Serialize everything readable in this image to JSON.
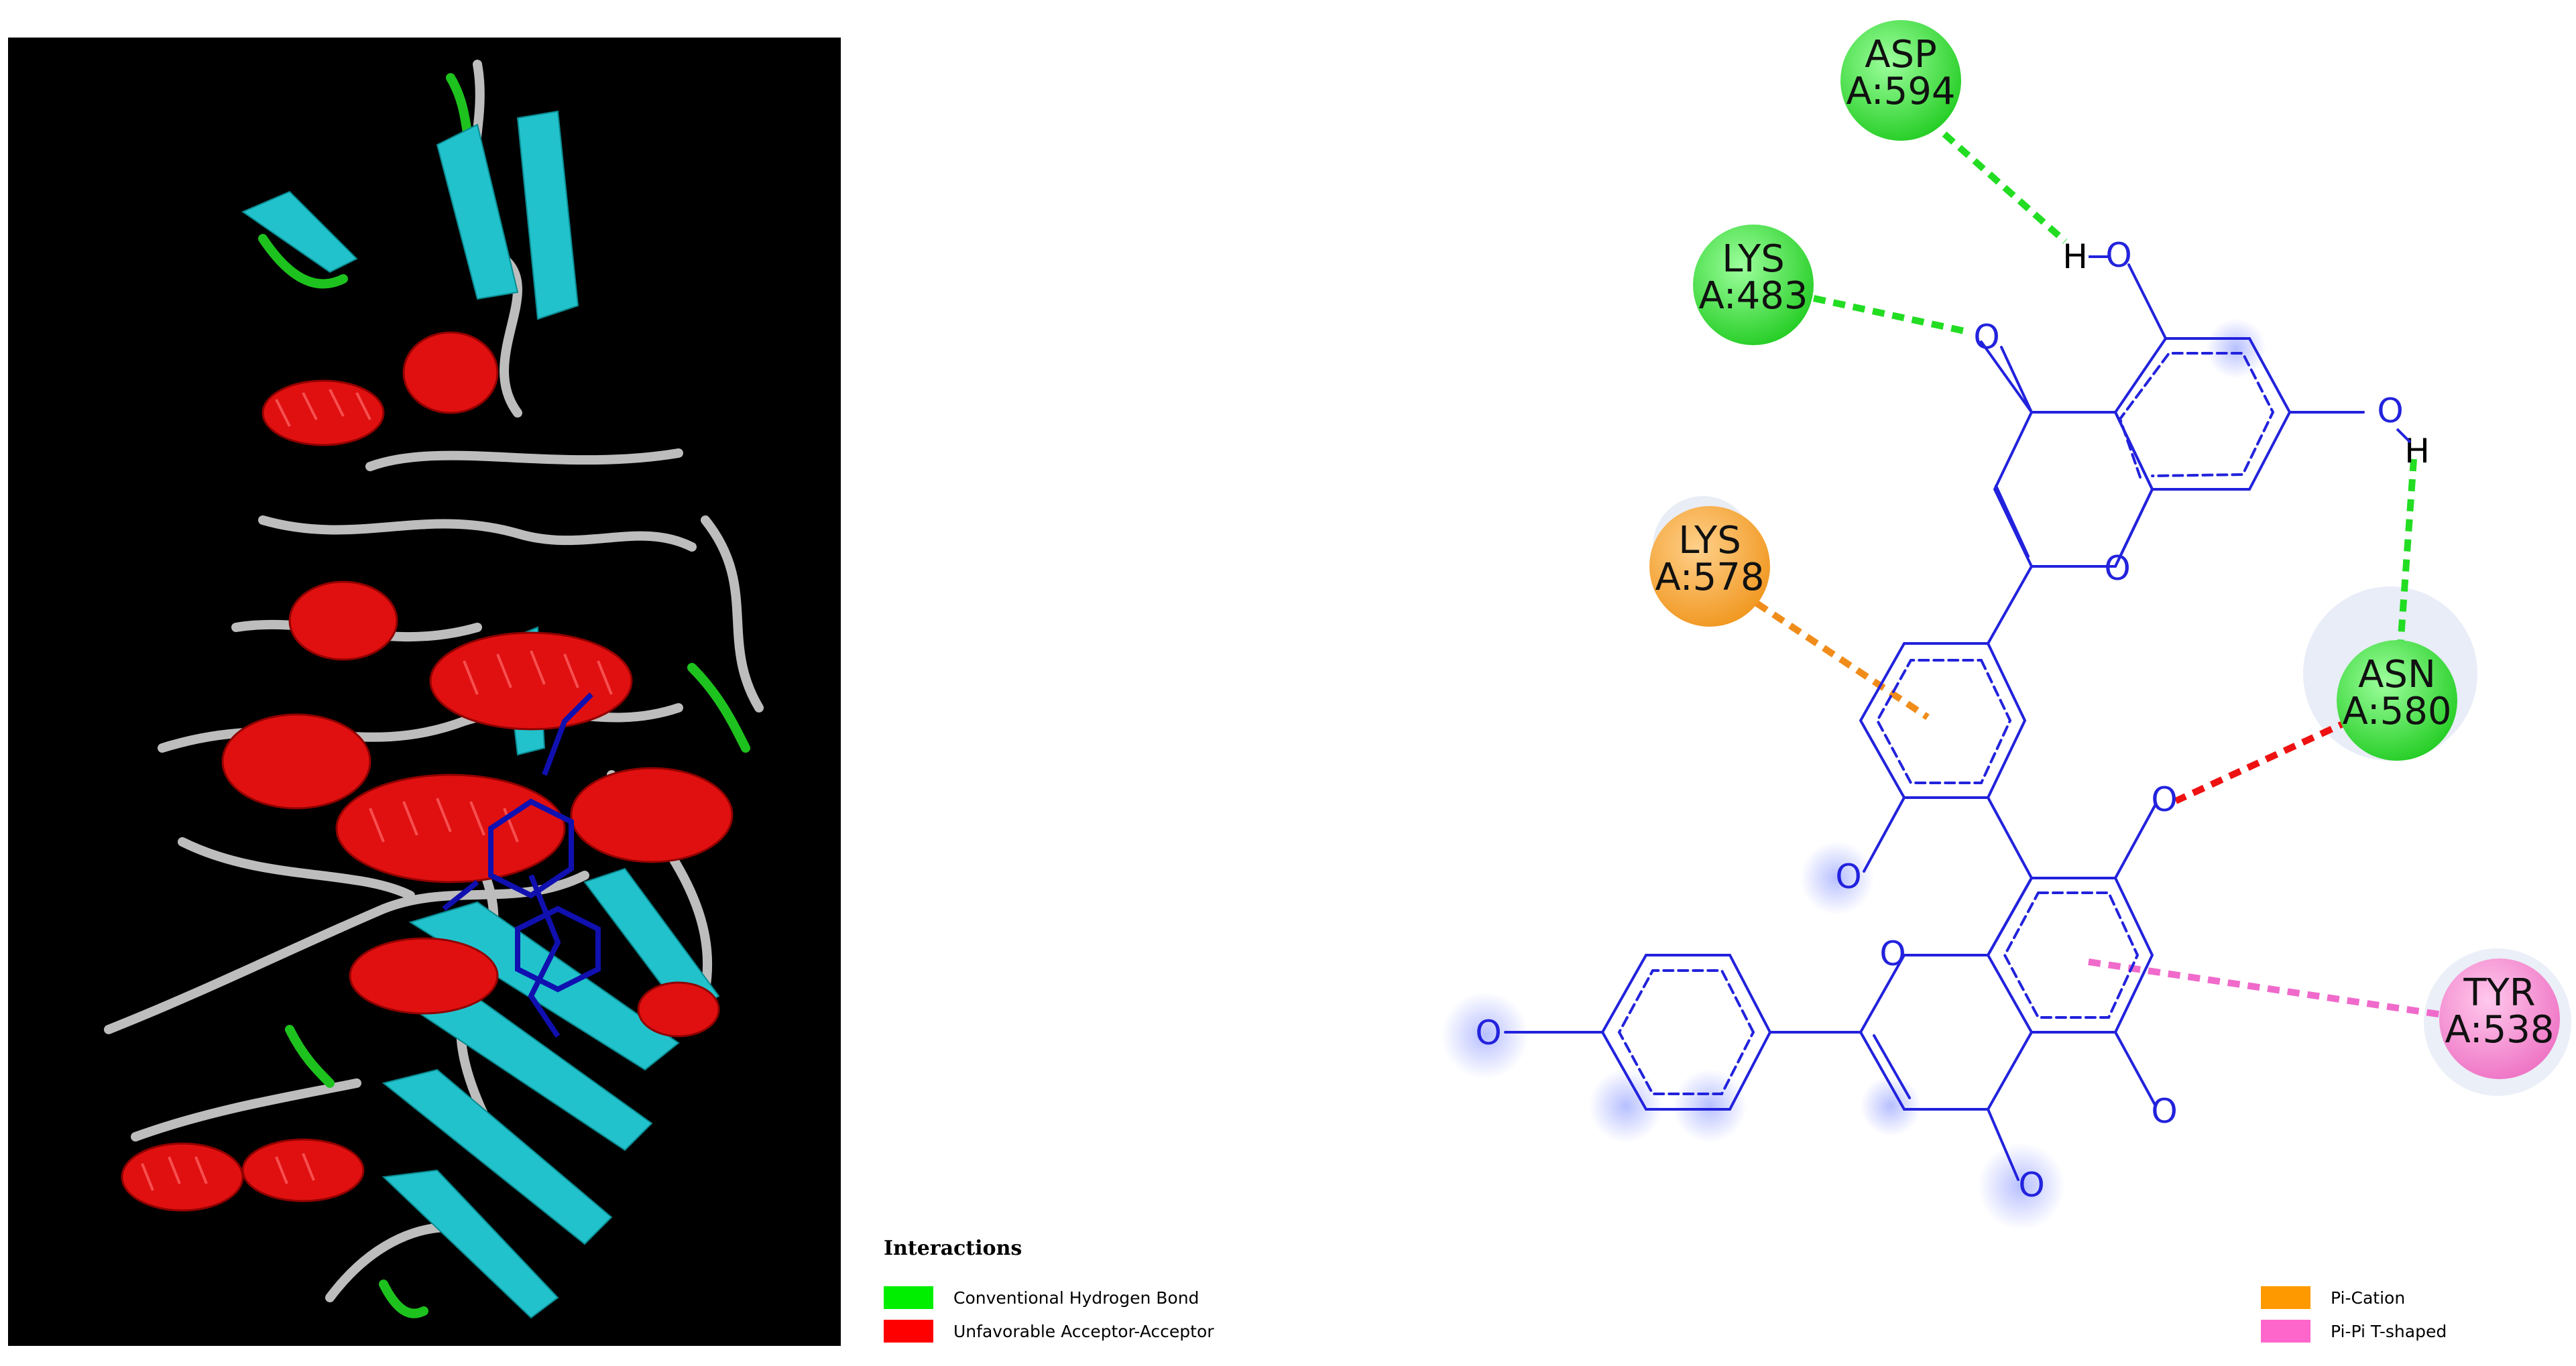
{
  "residues": [
    {
      "id": "asp594",
      "name": "ASP",
      "pos": "A:594",
      "color": "#33dd33"
    },
    {
      "id": "lys483",
      "name": "LYS",
      "pos": "A:483",
      "color": "#33dd33"
    },
    {
      "id": "lys578",
      "name": "LYS",
      "pos": "A:578",
      "color": "#f5a02e"
    },
    {
      "id": "asn580",
      "name": "ASN",
      "pos": "A:580",
      "color": "#33dd33"
    },
    {
      "id": "tyr538",
      "name": "TYR",
      "pos": "A:538",
      "color": "#f07cc8"
    }
  ],
  "atoms": {
    "oxygen": "O",
    "hydrogen": "H"
  },
  "legend": {
    "title": "Interactions",
    "items": [
      {
        "label": "Conventional Hydrogen Bond",
        "color": "#00ee00"
      },
      {
        "label": "Unfavorable Acceptor-Acceptor",
        "color": "#ff0000"
      },
      {
        "label": "Pi-Cation",
        "color": "#ff9900"
      },
      {
        "label": "Pi-Pi T-shaped",
        "color": "#ff66cc"
      }
    ]
  },
  "colors": {
    "ligand": "#2222dd",
    "panel_background": "#000000"
  }
}
